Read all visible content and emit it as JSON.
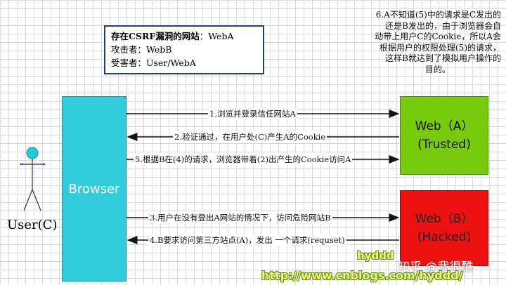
{
  "info_box": {
    "line1_bold": "存在CSRF漏洞的网站",
    "line1_rest": "：WebA",
    "line2": "攻击者：WebB",
    "line3": "受害者：User/WebA"
  },
  "note": {
    "lines": [
      "6.A不知道(5)中的请求是C发出的",
      "还是B发出的，由于浏览器会自",
      "动带上用户C的Cookie，所以A会",
      "根据用户的权限处理(5)的请求，",
      "这样B就达到了模拟用户操作的",
      "目的。"
    ]
  },
  "actors": {
    "user": "User(C)",
    "browser": "Browser",
    "web_a_name": "Web（A）",
    "web_a_tag": "(Trusted)",
    "web_b_name": "Web（B）",
    "web_b_tag": "(Hacked)"
  },
  "steps": [
    {
      "text": "1.浏览并登录信任网站A"
    },
    {
      "text": "2.验证通过，在用户处(C)产生A的Cookie"
    },
    {
      "text": "5.根据B在(4)的请求，浏览器带着(2)出产生的Cookie访问A"
    },
    {
      "text": "3.用户在没有登出A网站的情况下，访问危险网站B"
    },
    {
      "text": "4.B要求访问第三方站点(A)，发出 一个请求(requset)"
    }
  ],
  "watermarks": {
    "zhihu": "知乎 @我很酷",
    "url": "http://www.cnblogs.com/hyddd/",
    "name": "hyddd"
  },
  "colors": {
    "browser": "#33ccdd",
    "web_a": "#79c90f",
    "web_b": "#ee1111",
    "user": "#22ccdd"
  }
}
